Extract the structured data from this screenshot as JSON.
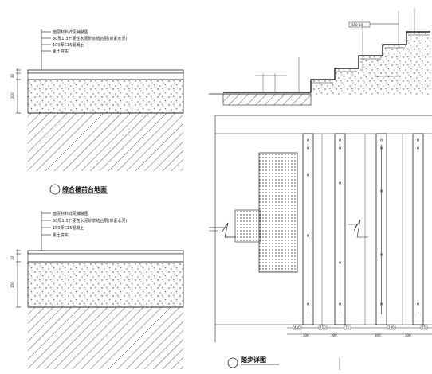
{
  "section_a": {
    "title": "综合楼前台地面",
    "circle_mark": "",
    "layers": [
      "面层材料详见铺装图",
      "30厚1:3干硬性水泥砂浆结合层(掺素水泥)",
      "100厚C15混凝土",
      "素土夯实"
    ],
    "dims": [
      "30",
      "100"
    ]
  },
  "section_b": {
    "circle_mark": "",
    "layers": [
      "面层材料详见铺装图",
      "30厚1:3干硬性水泥砂浆结合层(掺素水泥)",
      "150厚C15混凝土",
      "素土夯实"
    ],
    "dims": [
      "30",
      "150"
    ]
  },
  "stair": {
    "dim_top": "150 50"
  },
  "plan": {
    "title": "踏步详图",
    "circle_mark": "",
    "bottom_dims": [
      "450",
      "300",
      "750",
      "300",
      "75",
      "300",
      "230",
      "300",
      "75"
    ]
  }
}
